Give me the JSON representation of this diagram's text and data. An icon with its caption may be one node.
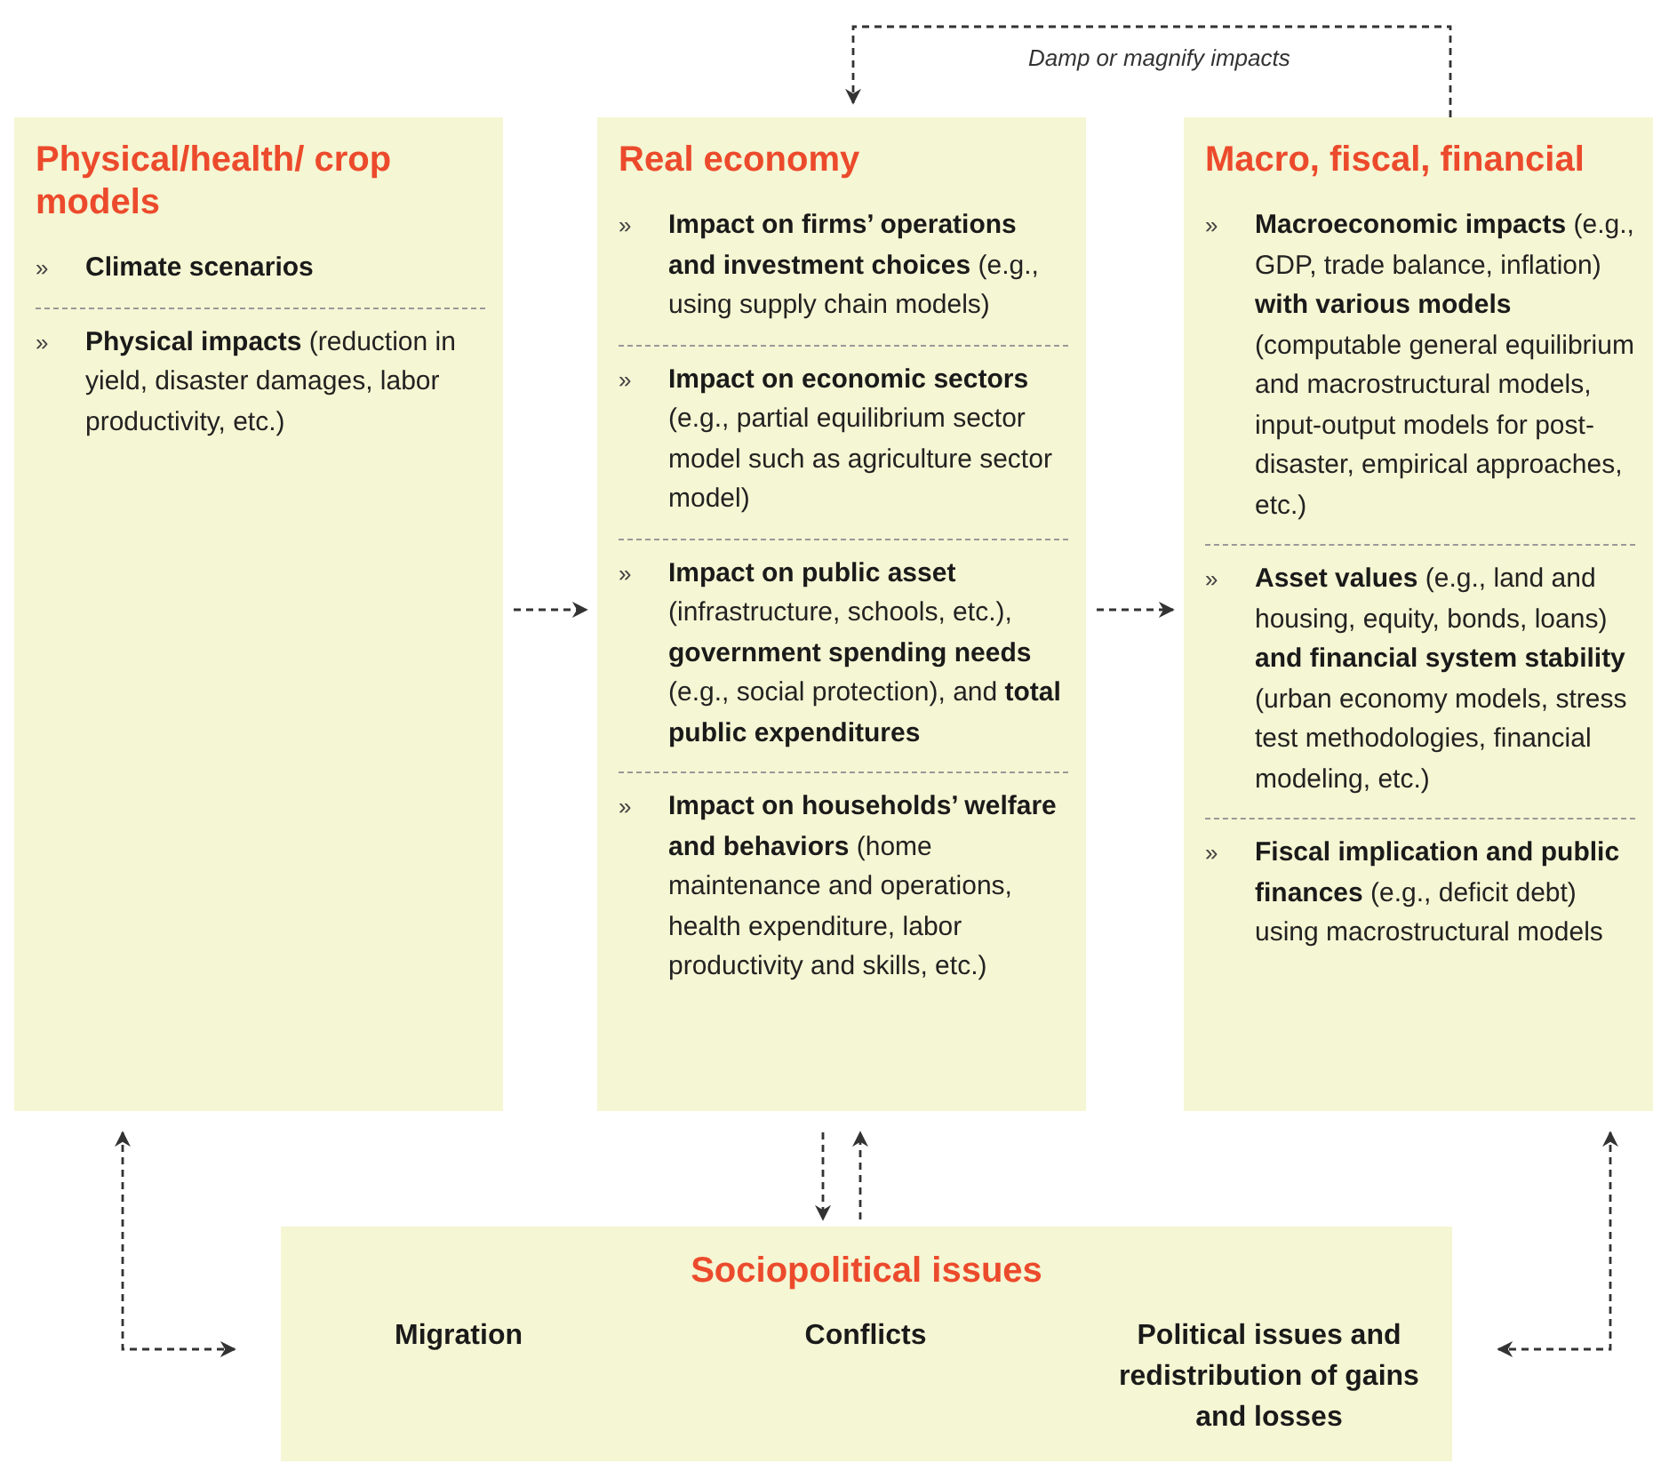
{
  "diagram": {
    "nodes": [
      {
        "text": [
          "Physical/health/ crop models",
          "**Climate scenarios**",
          "**Physical impacts** (reduction in yield, disaster damages, labor productivity, etc.)"
        ]
      },
      {
        "text": [
          "Real economy",
          "**Impact on firms’ operations and investment choices** (e.g., using supply chain models)",
          "**Impact on economic sectors** (e.g., partial equilibrium sector model such as agriculture sector model)",
          "**Impact on public asset** (infrastructure, schools, etc.), **government spending needs** (e.g., social protection), and **total public expenditures**",
          "**Impact on households’ welfare and behaviors** (home maintenance and operations, health expenditure, labor productivity and skills, etc.)"
        ]
      },
      {
        "text": [
          "Macro, fiscal, financial",
          "**Macroeconomic impacts** (e.g., GDP, trade balance, inflation) **with various models** (computable general equilibrium and macrostructural models, input-output models for post-disaster, empirical approaches, etc.)",
          "**Asset values** (e.g., land and housing, equity, bonds, loans) **and financial system stability** (urban economy models, stress test methodologies, financial modeling, etc.)",
          "**Fiscal implication and public finances** (e.g., deficit debt) using macrostructural models"
        ]
      },
      {
        "text": [
          "Sociopolitical issues",
          "Migration",
          "Conflicts",
          "Political issues and redistribution of gains and losses"
        ]
      }
    ],
    "edges": [
      {
        "from": 0,
        "to": 1,
        "arrow": "to",
        "style": "dashed"
      },
      {
        "from": 1,
        "to": 2,
        "arrow": "to",
        "style": "dashed"
      },
      {
        "from": 2,
        "to": 1,
        "arrow": "to",
        "style": "dashed",
        "label": "Damp or magnify impacts"
      },
      {
        "from": 1,
        "to": 3,
        "arrow": "to",
        "style": "dashed"
      },
      {
        "from": 3,
        "to": 1,
        "arrow": "to",
        "style": "dashed"
      },
      {
        "from": 0,
        "to": 3,
        "arrow": "both",
        "style": "dashed"
      },
      {
        "from": 2,
        "to": 3,
        "arrow": "both",
        "style": "dashed"
      }
    ],
    "labels": [
      "»",
      "»",
      "»",
      "»",
      "»",
      "»",
      "»",
      "»",
      "»"
    ]
  }
}
